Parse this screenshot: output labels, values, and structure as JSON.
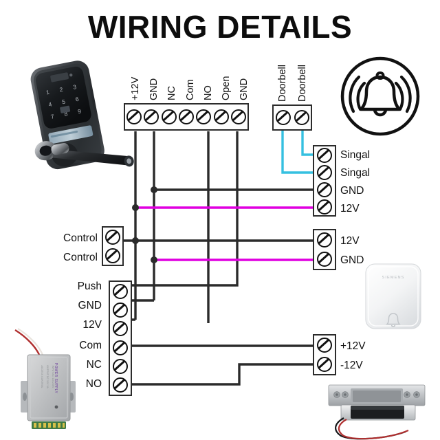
{
  "page": {
    "title": "WIRING DETAILS",
    "colors": {
      "wire_black": "#2b2b2b",
      "wire_magenta": "#e000e0",
      "wire_cyan": "#35c0e0",
      "terminal_stroke": "#2b2b2b",
      "background": "#ffffff",
      "title": "#0d0d0d"
    }
  },
  "devices": {
    "smart_lock": {
      "name": "smart-door-lock",
      "caption": ""
    },
    "power_supply": {
      "name": "access-control-power-supply",
      "caption": ""
    },
    "door_chime": {
      "name": "wireless-door-chime",
      "brand": "SIEMENS"
    },
    "electric_strike": {
      "name": "electric-strike-lock",
      "caption": ""
    },
    "bell_icon": {
      "name": "ringing-bell-icon"
    }
  },
  "terminal_blocks": {
    "lock_main": {
      "name": "lock-main-terminal-block",
      "orientation": "horizontal",
      "terminals": [
        {
          "label": "+12V"
        },
        {
          "label": "GND"
        },
        {
          "label": "NC"
        },
        {
          "label": "Com"
        },
        {
          "label": "NO"
        },
        {
          "label": "Open"
        },
        {
          "label": "GND"
        }
      ]
    },
    "doorbell": {
      "name": "doorbell-terminal-block",
      "orientation": "horizontal",
      "terminals": [
        {
          "label": "Doorbell"
        },
        {
          "label": "Doorbell"
        }
      ]
    },
    "chime_signal": {
      "name": "chime-signal-terminal-block",
      "orientation": "vertical",
      "terminals": [
        {
          "label": "Singal"
        },
        {
          "label": "Singal"
        },
        {
          "label": "GND"
        },
        {
          "label": "12V"
        }
      ]
    },
    "control": {
      "name": "control-terminal-block",
      "orientation": "vertical",
      "terminals": [
        {
          "label": "Control"
        },
        {
          "label": "Control"
        }
      ]
    },
    "chime_power": {
      "name": "chime-power-terminal-block",
      "orientation": "vertical",
      "terminals": [
        {
          "label": "12V"
        },
        {
          "label": "GND"
        }
      ]
    },
    "psu_block": {
      "name": "power-supply-terminal-block",
      "orientation": "vertical",
      "terminals": [
        {
          "label": "Push"
        },
        {
          "label": "GND"
        },
        {
          "label": "12V"
        },
        {
          "label": "Com"
        },
        {
          "label": "NC"
        },
        {
          "label": "NO"
        }
      ]
    },
    "strike_block": {
      "name": "electric-strike-terminal-block",
      "orientation": "vertical",
      "terminals": [
        {
          "label": "+12V"
        },
        {
          "label": "-12V"
        }
      ]
    }
  }
}
